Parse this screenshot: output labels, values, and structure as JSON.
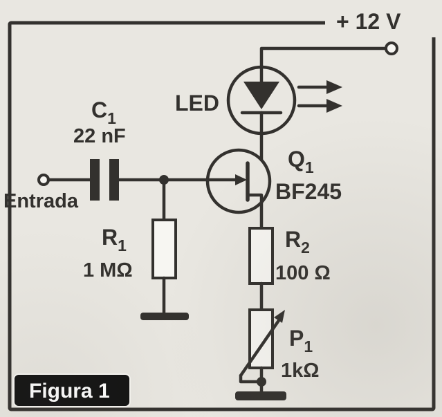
{
  "figure_label": "Figura 1",
  "supply": {
    "label": "+ 12 V"
  },
  "input": {
    "label": "Entrada"
  },
  "led": {
    "label": "LED"
  },
  "transistor": {
    "ref": "Q",
    "ref_sub": "1",
    "part": "BF245"
  },
  "capacitor": {
    "ref": "C",
    "ref_sub": "1",
    "value": "22 nF"
  },
  "resistor1": {
    "ref": "R",
    "ref_sub": "1",
    "value": "1 MΩ"
  },
  "resistor2": {
    "ref": "R",
    "ref_sub": "2",
    "value": "100 Ω"
  },
  "potentiometer": {
    "ref": "P",
    "ref_sub": "1",
    "value": "1kΩ"
  },
  "colors": {
    "background": "#e9e7e1",
    "line": "#33312e",
    "component_fill": "#f7f6f2",
    "figure_bg": "#121212",
    "figure_text": "#ffffff"
  }
}
